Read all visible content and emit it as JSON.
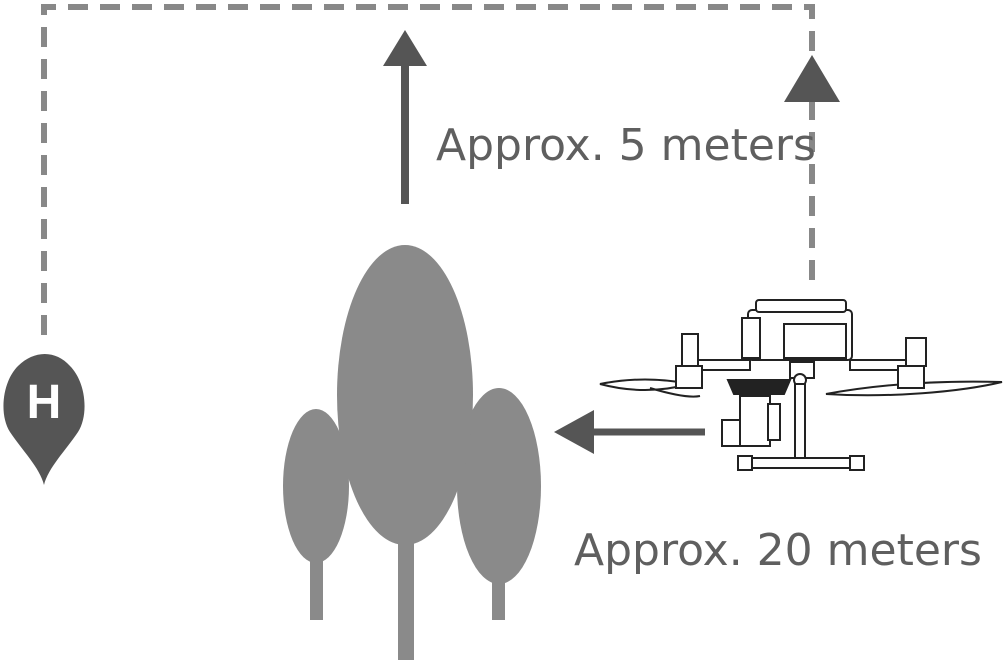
{
  "labels": {
    "vertical_distance": "Approx. 5 meters",
    "horizontal_distance": "Approx. 20 meters"
  },
  "home_point": {
    "letter": "H"
  },
  "colors": {
    "path": "#888888",
    "arrow": "#555555",
    "tree": "#8a8a8a",
    "text": "#5f5f5f",
    "drone_line": "#222222"
  },
  "icons": [
    "home-point-icon",
    "tree-icon",
    "drone-icon",
    "arrow-up-icon",
    "arrow-left-icon"
  ]
}
